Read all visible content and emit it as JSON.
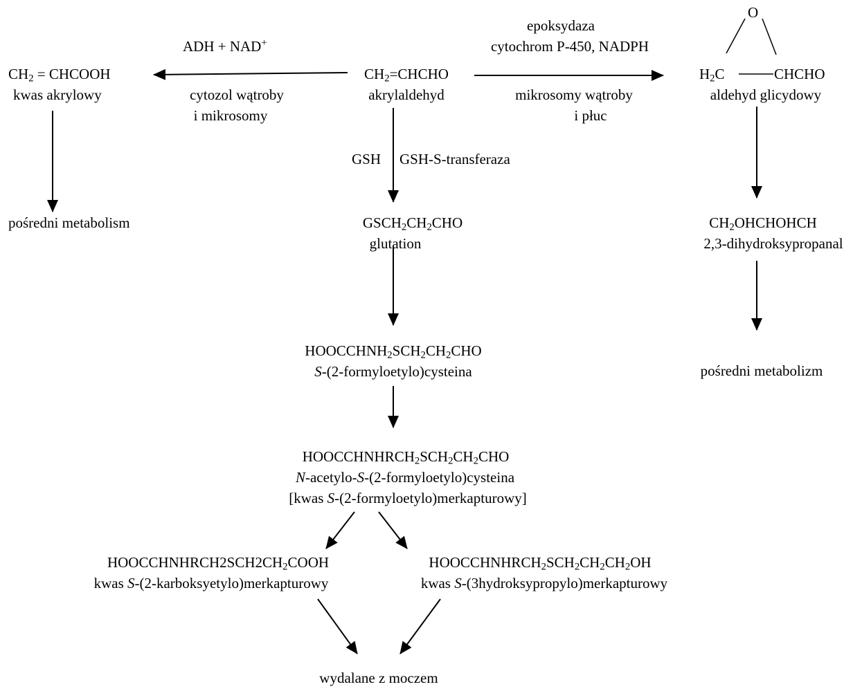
{
  "nodes": {
    "acrylic_acid": {
      "formula_parts": [
        "CH",
        "2",
        " = CHCOOH"
      ],
      "name": "kwas akrylowy"
    },
    "acrolein": {
      "formula_parts": [
        "CH",
        "2",
        "=CHCHO"
      ],
      "name": "akrylaldehyd"
    },
    "glycidaldehyde": {
      "ring_atom": "O",
      "formula_left_parts": [
        "H",
        "2",
        "C"
      ],
      "formula_right": "CHCHO",
      "name": "aldehyd glicydowy"
    },
    "intermediary_left": {
      "label": "pośredni metabolism"
    },
    "glutathione_conj": {
      "formula_parts": [
        "GSCH",
        "2",
        "CH",
        "2",
        "CHO"
      ],
      "name": "glutation"
    },
    "dihydroxypropanal": {
      "formula_parts": [
        "CH",
        "2",
        "OHCHOHCH"
      ],
      "name": "2,3-dihydroksypropanal"
    },
    "intermediary_right": {
      "label": "pośredni metabolizm"
    },
    "cysteine_conj": {
      "formula_parts": [
        "HOOCCHNH",
        "2",
        "SCH",
        "2",
        "CH",
        "2",
        "CHO"
      ],
      "name_italic": "S",
      "name_rest": "-(2-formyloetylo)cysteina"
    },
    "mercapturic": {
      "formula_parts": [
        "HOOCCHNHRCH",
        "2",
        "SCH",
        "2",
        "CH",
        "2",
        "CHO"
      ],
      "name_n": "N",
      "name_mid": "-acetylo-",
      "name_s": "S",
      "name_end": "-(2-formyloetylo)cysteina",
      "alt_open": "[kwas ",
      "alt_s": "S",
      "alt_end": "-(2-formyloetylo)merkapturowy]"
    },
    "carboxyethyl": {
      "formula_parts": [
        "HOOCCHNHRCH2SCH2CH",
        "2",
        "COOH"
      ],
      "name_pre": "kwas ",
      "name_s": "S",
      "name_end": "-(2-karboksyetylo)merkapturowy"
    },
    "hydroxypropyl": {
      "formula_parts": [
        "HOOCCHNHRCH",
        "2",
        "SCH",
        "2",
        "CH",
        "2",
        "CH",
        "2",
        "OH"
      ],
      "name_pre": "kwas ",
      "name_s": "S",
      "name_end": "-(3hydroksypropylo)merkapturowy"
    },
    "urine": {
      "label": "wydalane z moczem"
    }
  },
  "edge_labels": {
    "adh_parts": [
      "ADH + NAD",
      "+"
    ],
    "adh_location_1": "cytozol wątroby",
    "adh_location_2": "i mikrosomy",
    "epoxidase": "epoksydaza",
    "cyp": "cytochrom P-450, NADPH",
    "micro_location_1": "mikrosomy wątroby",
    "micro_location_2": "i płuc",
    "gsh": "GSH",
    "gst": "GSH-S-transferaza"
  },
  "colors": {
    "ink": "#000000",
    "background": "#ffffff"
  }
}
